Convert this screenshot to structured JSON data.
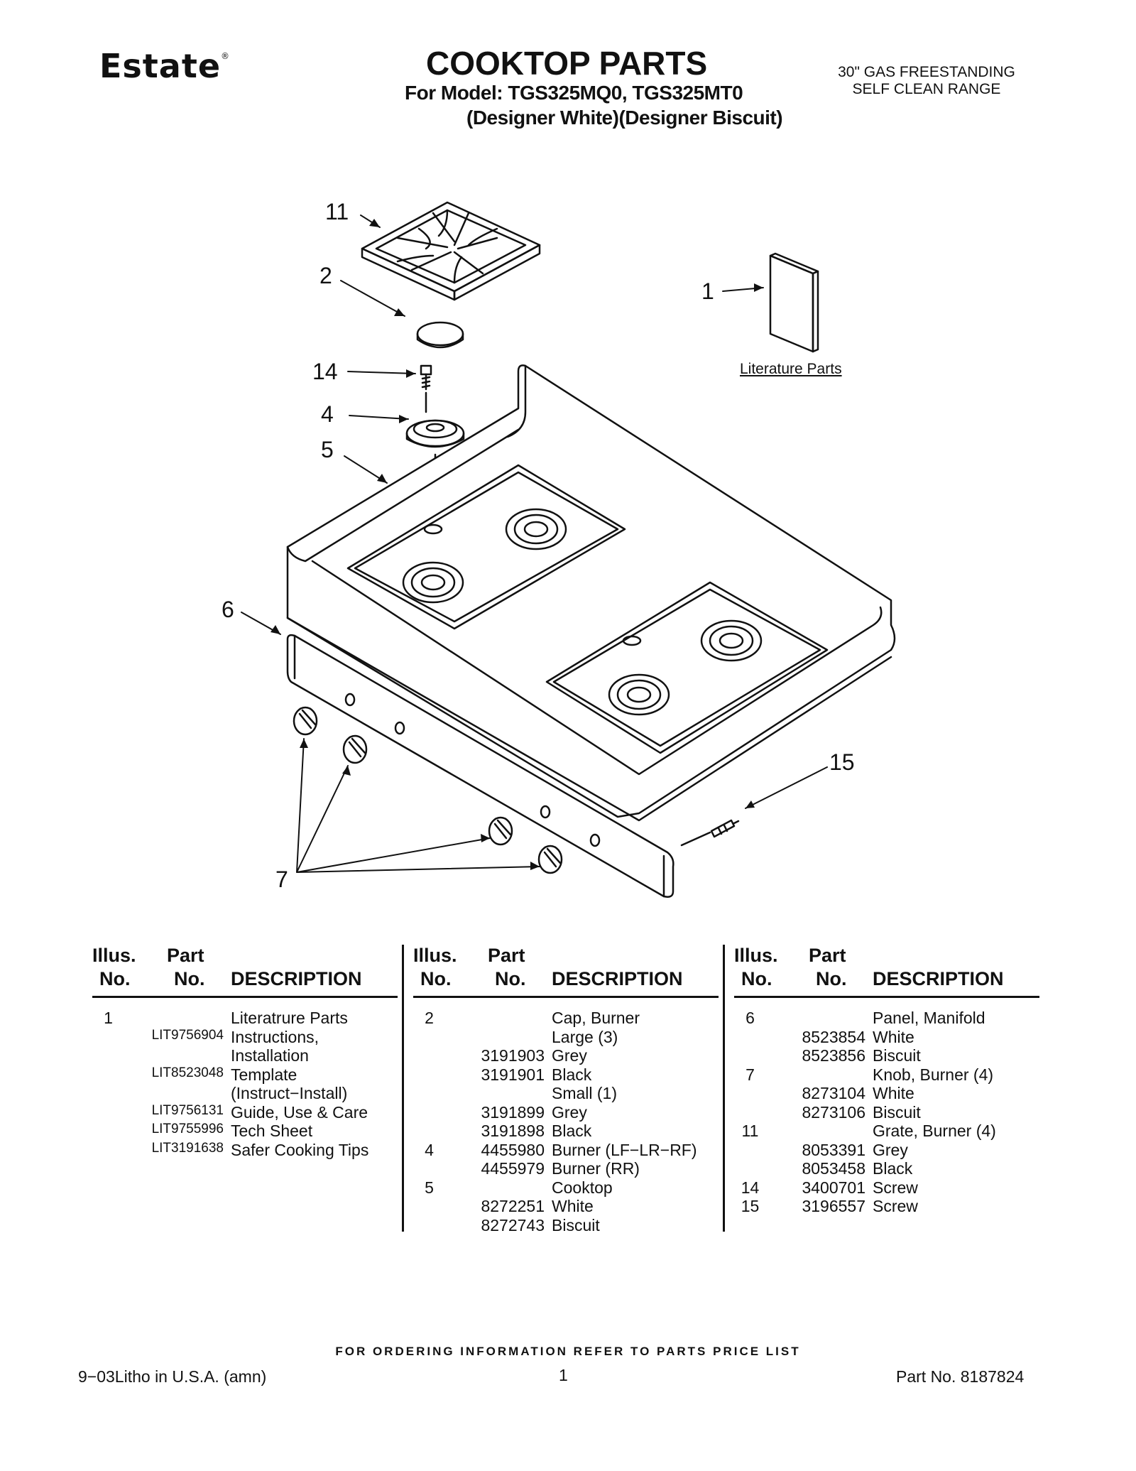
{
  "header": {
    "brand": "Estate",
    "reg_mark": "®",
    "title": "COOKTOP PARTS",
    "model_line": "For Model: TGS325MQ0, TGS325MT0",
    "color_line": "(Designer White)(Designer Biscuit)",
    "range_type_1": "30\" GAS FREESTANDING",
    "range_type_2": "SELF CLEAN RANGE"
  },
  "diagram": {
    "callouts": [
      "11",
      "2",
      "14",
      "4",
      "5",
      "6",
      "7",
      "15",
      "1"
    ],
    "literature_label": "Literature Parts"
  },
  "table": {
    "headers": {
      "illus_1": "Illus.",
      "illus_2": "No.",
      "part_1": "Part",
      "part_2": "No.",
      "description": "DESCRIPTION"
    },
    "col1": [
      {
        "illus": "1",
        "part": "",
        "desc": "Literatrure Parts"
      },
      {
        "illus": "",
        "part": "LIT9756904",
        "desc": "Instructions,"
      },
      {
        "illus": "",
        "part": "",
        "desc": "Installation"
      },
      {
        "illus": "",
        "part": "LIT8523048",
        "desc": "Template"
      },
      {
        "illus": "",
        "part": "",
        "desc": "(Instruct−Install)"
      },
      {
        "illus": "",
        "part": "LIT9756131",
        "desc": "Guide, Use & Care"
      },
      {
        "illus": "",
        "part": "LIT9755996",
        "desc": "Tech Sheet"
      },
      {
        "illus": "",
        "part": "LIT3191638",
        "desc": "Safer Cooking Tips"
      }
    ],
    "col2": [
      {
        "illus": "2",
        "part": "",
        "desc": "Cap, Burner"
      },
      {
        "illus": "",
        "part": "",
        "desc": "Large (3)"
      },
      {
        "illus": "",
        "part": "3191903",
        "desc": "Grey"
      },
      {
        "illus": "",
        "part": "3191901",
        "desc": "Black"
      },
      {
        "illus": "",
        "part": "",
        "desc": "Small (1)"
      },
      {
        "illus": "",
        "part": "3191899",
        "desc": "Grey"
      },
      {
        "illus": "",
        "part": "3191898",
        "desc": "Black"
      },
      {
        "illus": "4",
        "part": "4455980",
        "desc": "Burner (LF−LR−RF)"
      },
      {
        "illus": "",
        "part": "4455979",
        "desc": "Burner (RR)"
      },
      {
        "illus": "5",
        "part": "",
        "desc": "Cooktop"
      },
      {
        "illus": "",
        "part": "8272251",
        "desc": "White"
      },
      {
        "illus": "",
        "part": "8272743",
        "desc": "Biscuit"
      }
    ],
    "col3": [
      {
        "illus": "6",
        "part": "",
        "desc": "Panel, Manifold"
      },
      {
        "illus": "",
        "part": "8523854",
        "desc": "White"
      },
      {
        "illus": "",
        "part": "8523856",
        "desc": "Biscuit"
      },
      {
        "illus": "7",
        "part": "",
        "desc": "Knob, Burner (4)"
      },
      {
        "illus": "",
        "part": "8273104",
        "desc": "White"
      },
      {
        "illus": "",
        "part": "8273106",
        "desc": "Biscuit"
      },
      {
        "illus": "11",
        "part": "",
        "desc": "Grate, Burner (4)"
      },
      {
        "illus": "",
        "part": "8053391",
        "desc": "Grey"
      },
      {
        "illus": "",
        "part": "8053458",
        "desc": "Black"
      },
      {
        "illus": "14",
        "part": "3400701",
        "desc": "Screw"
      },
      {
        "illus": "15",
        "part": "3196557",
        "desc": "Screw"
      }
    ]
  },
  "footer": {
    "ordering_note": "FOR ORDERING INFORMATION REFER TO PARTS PRICE LIST",
    "litho": "9−03Litho in U.S.A. (amn)",
    "page": "1",
    "part_no": "Part No. 8187824"
  }
}
